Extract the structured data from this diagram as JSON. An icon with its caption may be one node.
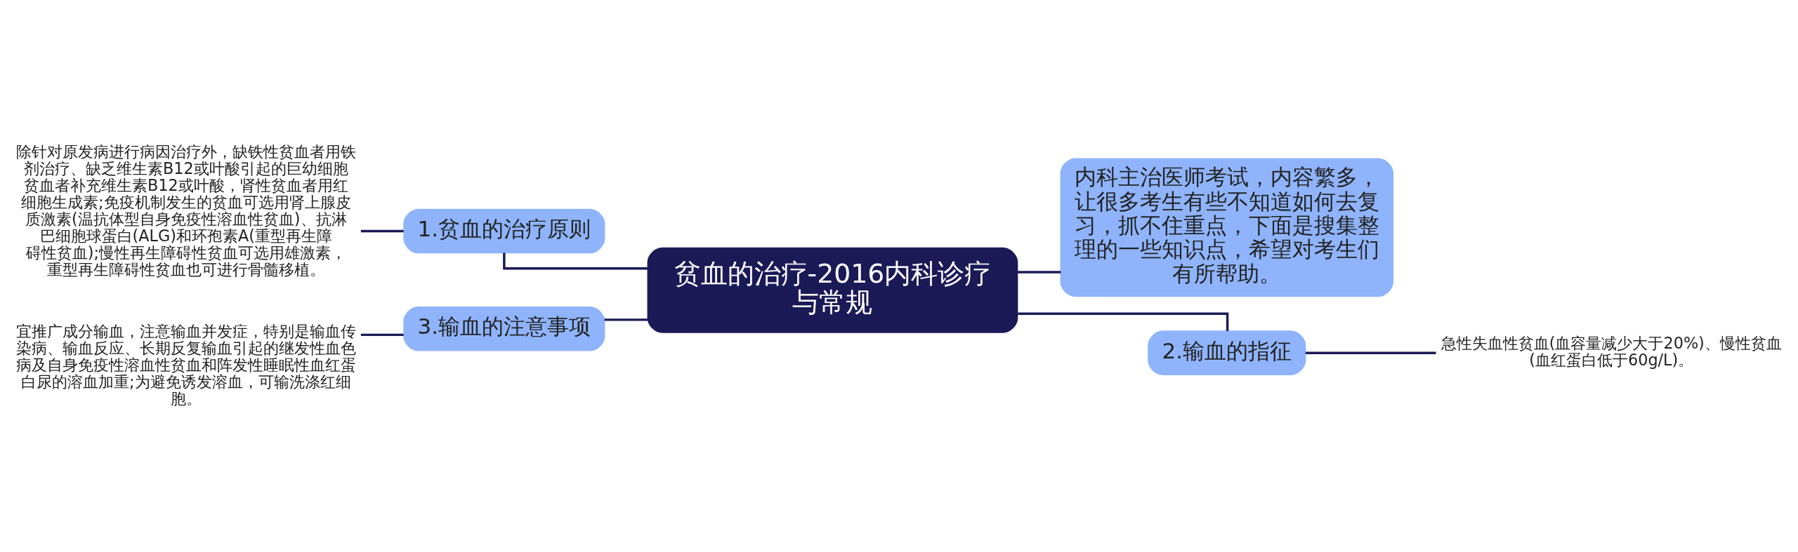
{
  "diagram": {
    "nodes": [
      {
        "text": [
          "贫血的治疗-2016内科诊疗与常规"
        ]
      },
      {
        "text": [
          "1.贫血的治疗原则"
        ]
      },
      {
        "text": [
          "除针对原发病进行病因治疗外，缺铁性贫血者用铁剂治疗、缺乏维生素B12或叶酸引起的巨幼细胞贫血者补充维生素B12或叶酸，肾性贫血者用红细胞生成素;免疫机制发生的贫血可选用肾上腺皮质激素(温抗体型自身免疫性溶血性贫血)、抗淋巴细胞球蛋白(ALG)和环孢素A(重型再生障碍性贫血);慢性再生障碍性贫血可选用雄激素，重型再生障碍性贫血也可进行骨髓移植。"
        ]
      },
      {
        "text": [
          "3.输血的注意事项"
        ]
      },
      {
        "text": [
          "宜推广成分输血，注意输血并发症，特别是输血传染病、输血反应、长期反复输血引起的继发性血色病及自身免疫性溶血性贫血和阵发性睡眠性血红蛋白尿的溶血加重;为避免诱发溶血，可输洗涤红细胞。"
        ]
      },
      {
        "text": [
          "内科主治医师考试，内容繁多，让很多考生有些不知道如何去复习，抓不住重点，下面是搜集整理的一些知识点，希望对考生们有所帮助。"
        ]
      },
      {
        "text": [
          "2.输血的指征"
        ]
      },
      {
        "text": [
          "急性失血性贫血(血容量减少大于20%)、慢性贫血(血红蛋白低于60g/L)。"
        ]
      }
    ],
    "edges": [
      {
        "from": 0,
        "to": 1,
        "arrow": "none"
      },
      {
        "from": 1,
        "to": 2,
        "arrow": "none"
      },
      {
        "from": 0,
        "to": 3,
        "arrow": "none"
      },
      {
        "from": 3,
        "to": 4,
        "arrow": "none"
      },
      {
        "from": 0,
        "to": 5,
        "arrow": "none"
      },
      {
        "from": 0,
        "to": 6,
        "arrow": "none"
      },
      {
        "from": 6,
        "to": 7,
        "arrow": "none"
      }
    ]
  }
}
